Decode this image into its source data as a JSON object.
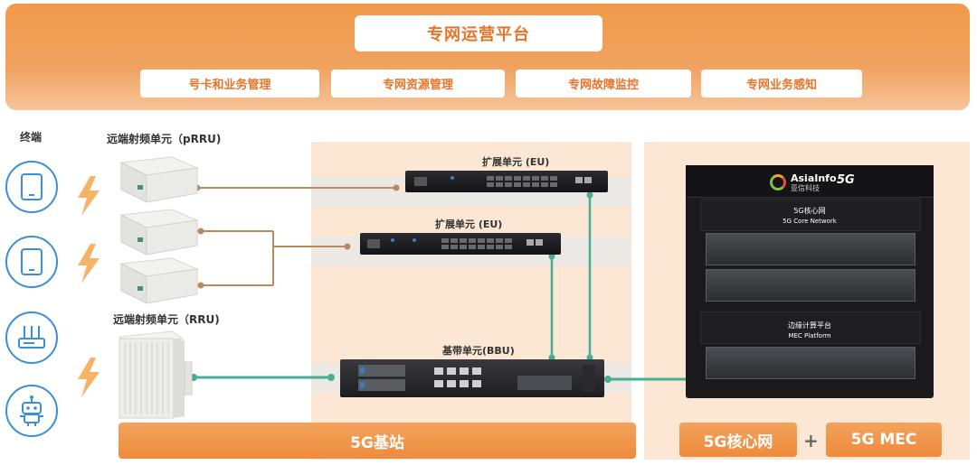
{
  "platform": {
    "title": "专网运营平台",
    "modules": [
      "号卡和业务管理",
      "专网资源管理",
      "专网故障监控",
      "专网业务感知"
    ]
  },
  "terminal": {
    "title": "终端",
    "icons": [
      "tablet-icon",
      "tablet-icon",
      "router-icon",
      "robot-icon"
    ]
  },
  "prru": {
    "title": "远端射频单元（pRRU)"
  },
  "rru": {
    "title": "远端射频单元（RRU)"
  },
  "eu1": {
    "label": "扩展单元 (EU)"
  },
  "eu2": {
    "label": "扩展单元 (EU)"
  },
  "bbu": {
    "label": "基带单元(BBU)"
  },
  "base_station": {
    "label": "5G基站"
  },
  "core": {
    "brand": "AsiaInfo",
    "brand_cn": "亚信科技",
    "badge": "5G",
    "core_cn": "5G核心网",
    "core_en": "5G Core Network",
    "mec_cn": "边缘计算平台",
    "mec_en": "MEC Platform"
  },
  "bottom": {
    "core_label": "5G核心网",
    "plus": "+",
    "mec_label": "5G MEC"
  },
  "colors": {
    "orange": "#ee8a3c",
    "blue": "#3b8fd6",
    "teal": "#4aab96",
    "brown": "#b98a5c"
  }
}
